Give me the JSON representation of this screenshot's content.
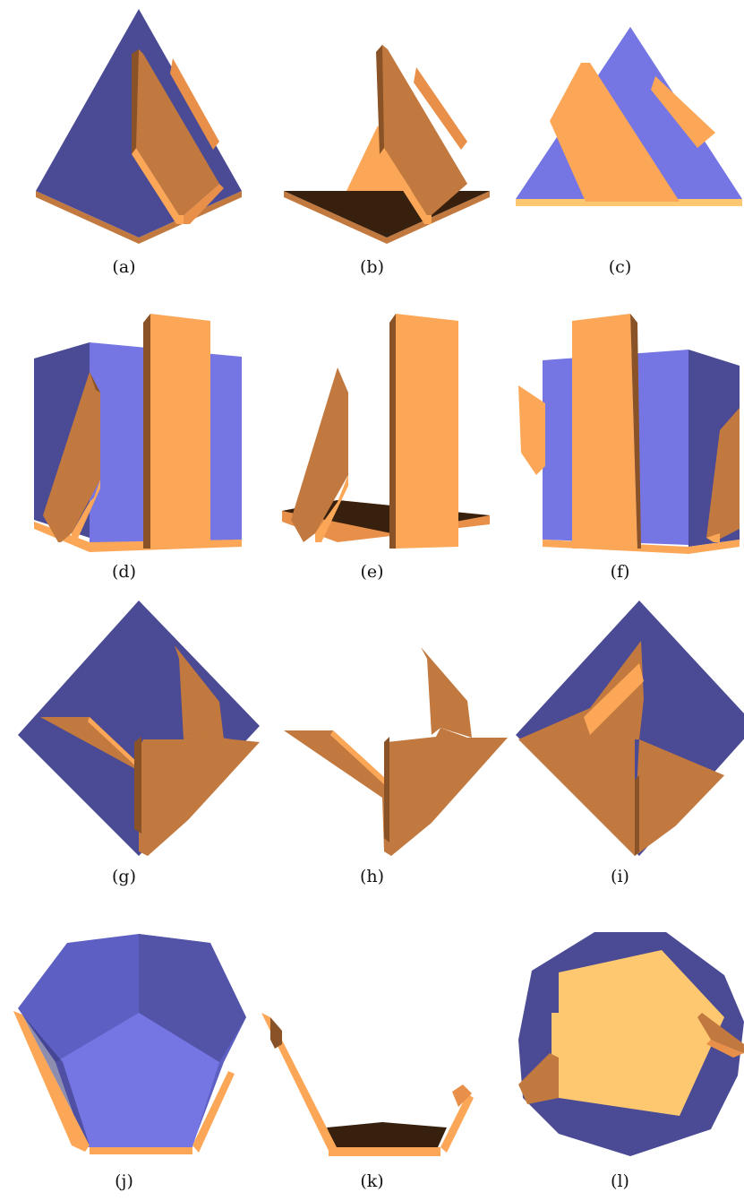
{
  "panels": [
    {
      "id": "a",
      "caption": "(a)"
    },
    {
      "id": "b",
      "caption": "(b)"
    },
    {
      "id": "c",
      "caption": "(c)"
    },
    {
      "id": "d",
      "caption": "(d)"
    },
    {
      "id": "e",
      "caption": "(e)"
    },
    {
      "id": "f",
      "caption": "(f)"
    },
    {
      "id": "g",
      "caption": "(g)"
    },
    {
      "id": "h",
      "caption": "(h)"
    },
    {
      "id": "i",
      "caption": "(i)"
    },
    {
      "id": "j",
      "caption": "(j)"
    },
    {
      "id": "k",
      "caption": "(k)"
    },
    {
      "id": "l",
      "caption": "(l)"
    }
  ],
  "colors": {
    "blue_dark": "#4a4b94",
    "blue_mid": "#5e5fc2",
    "blue_light": "#7575e3",
    "orange_dark": "#8a5227",
    "orange_mid": "#c2793f",
    "orange_light": "#e8904a",
    "orange_bright": "#fba757",
    "yellow": "#fdc870",
    "floor_dark": "#37200e"
  }
}
